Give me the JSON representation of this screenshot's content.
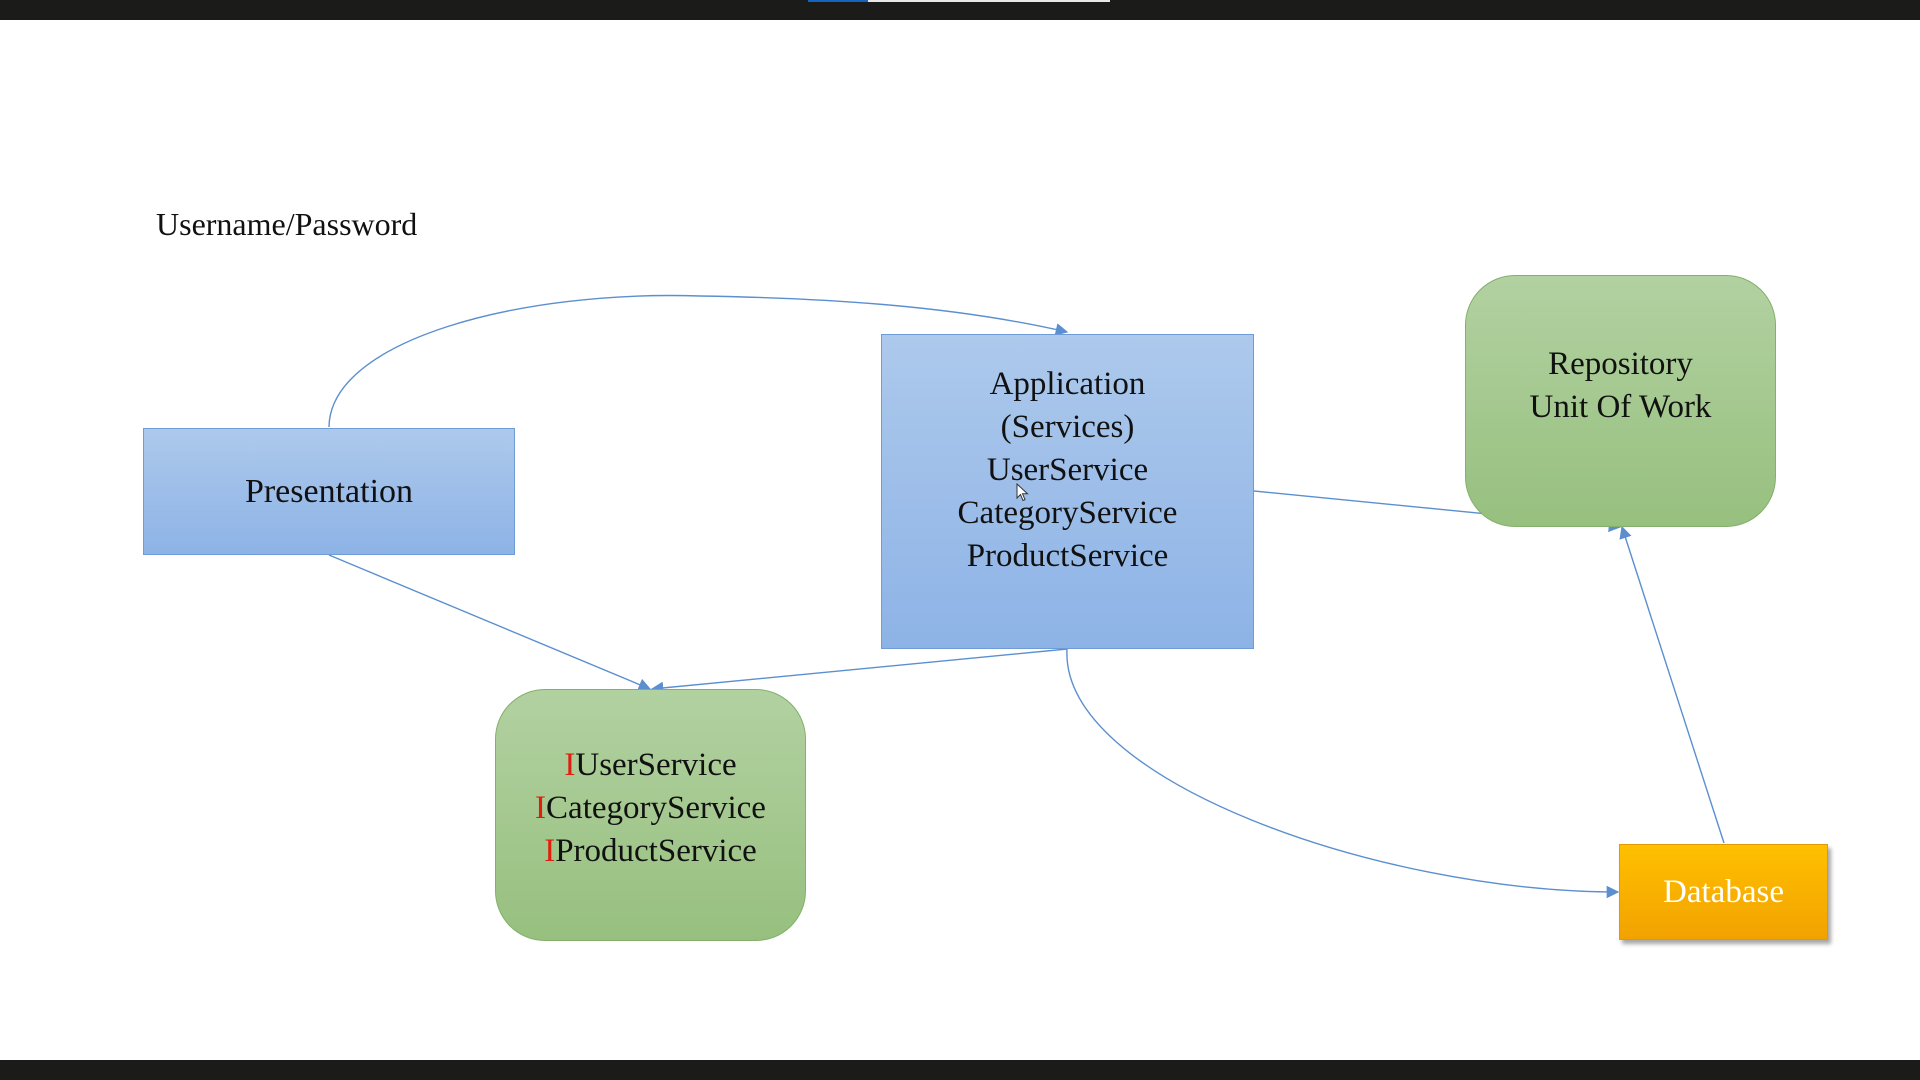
{
  "diagram": {
    "caption": "Username/Password",
    "presentation": {
      "label": "Presentation"
    },
    "application": {
      "lines": [
        "Application",
        "(Services)",
        "UserService",
        "CategoryService",
        "ProductService"
      ]
    },
    "repository": {
      "lines": [
        "Repository",
        "Unit Of Work"
      ]
    },
    "interfaces": {
      "prefix": "I",
      "items": [
        "UserService",
        "CategoryService",
        "ProductService"
      ]
    },
    "database": {
      "label": "Database"
    }
  },
  "colors": {
    "bars": "#1b1c19",
    "blue_fill": "#9dbfea",
    "green_fill": "#a6c993",
    "orange_fill": "#ffb300",
    "connector": "#5b8fd0",
    "interface_prefix": "#e11d0f"
  }
}
